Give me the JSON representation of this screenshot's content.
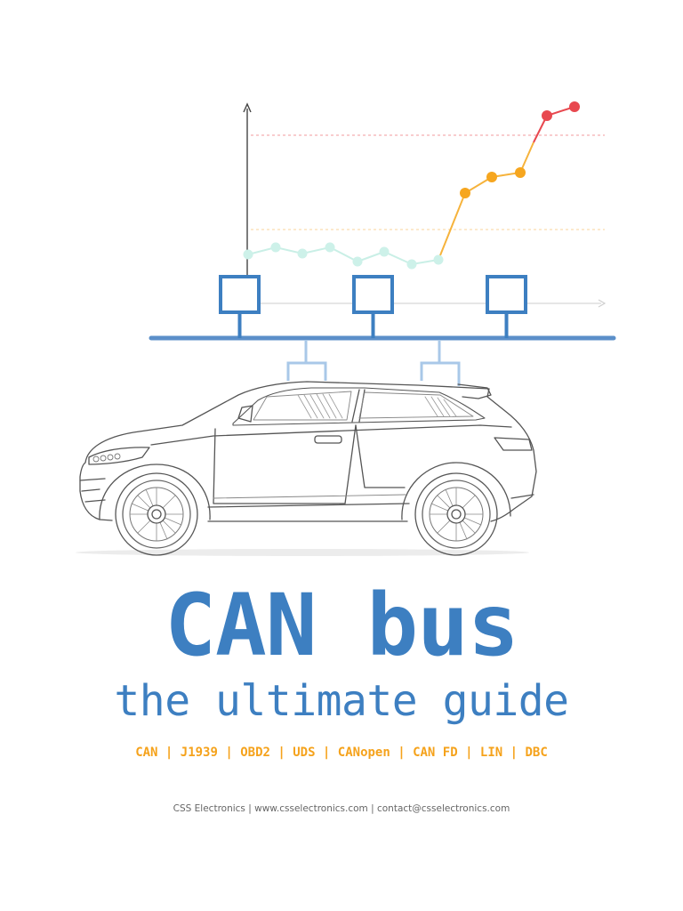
{
  "colors": {
    "brand_blue": "#3d7fc1",
    "accent_orange": "#f5a21b",
    "peak_red": "#e8484f",
    "low_teal": "#c6efe6",
    "outline_gray": "#555555"
  },
  "illustration": {
    "icons": [
      "line-chart-icon",
      "can-node-icon",
      "can-bus-line-icon",
      "car-icon"
    ]
  },
  "cover": {
    "title": "CAN bus",
    "subtitle": "the ultimate guide",
    "topics": "CAN | J1939 | OBD2 | UDS | CANopen | CAN FD | LIN | DBC",
    "footer": "CSS Electronics | www.csselectronics.com | contact@csselectronics.com"
  }
}
